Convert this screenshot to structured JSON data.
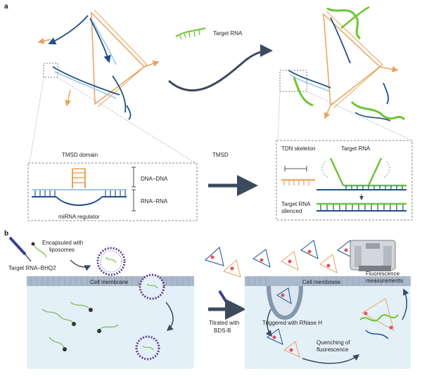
{
  "panel_a": {
    "letter": "a",
    "target_rna": "Target RNA",
    "tmsd_domain": "TMSD domain",
    "dna_dna": "DNA–DNA",
    "rna_rna": "RNA–RNA",
    "mirna_regulator": "miRNA regulator",
    "tmsd": "TMSD",
    "tdn_skeleton": "TDN skeleton",
    "target_rna_right": "Target RNA",
    "silenced_line1": "Target RNA",
    "silenced_line2": "silenced"
  },
  "panel_b": {
    "letter": "b",
    "encapsuled_line1": "Encapsuled with",
    "encapsuled_line2": "liposomes",
    "target_bhq2": "Target RNA–BHQ2",
    "cell_membrane_left": "Cell membrane",
    "titrated_line1": "Titrated with",
    "titrated_line2": "BDS-B",
    "cell_membrane_right": "Cell membrane",
    "rnase": "Triggered with RNase H",
    "quench_line1": "Quenching of",
    "quench_line2": "fluorescence",
    "fluor_line1": "Fluorescence",
    "fluor_line2": "measurements"
  },
  "colors": {
    "blue": "#1f4f8b",
    "light_blue": "#9fc7e6",
    "orange": "#e8a35b",
    "green": "#6cc631",
    "purple": "#5a3f8f",
    "arrow": "#3c4a5e",
    "cell": "#e4f0f8"
  }
}
